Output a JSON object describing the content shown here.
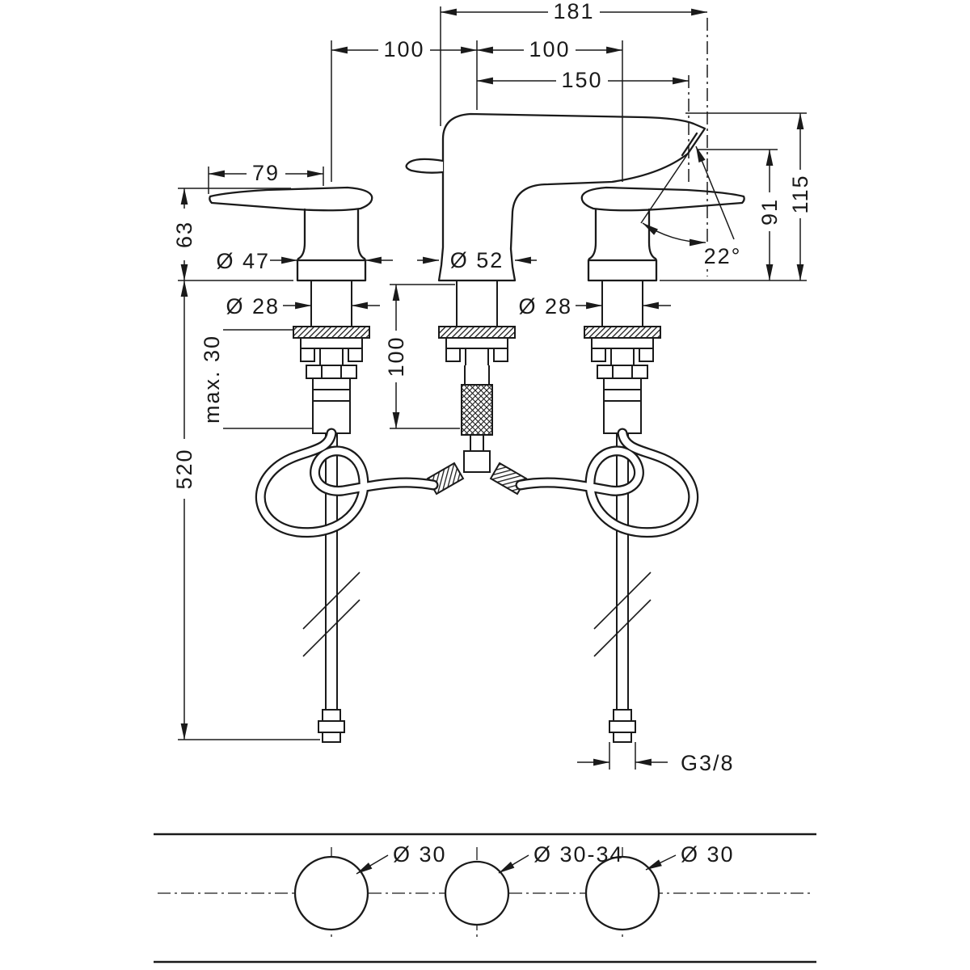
{
  "colors": {
    "line": "#1a1a1a",
    "background": "#ffffff"
  },
  "drawing": {
    "type": "technical-dimension-drawing",
    "subject": "3-hole basin mixer, elevation view with hole plan",
    "dims": {
      "overall_width": "181",
      "hole_spacing_left": "100",
      "hole_spacing_right": "100",
      "spout_reach": "150",
      "lever_length": "79",
      "handle_height": "63",
      "handle_base_diameter": "Ø 47",
      "spout_base_diameter": "Ø 52",
      "shank_diameter_left": "Ø 28",
      "shank_diameter_right": "Ø 28",
      "shank_length": "100",
      "max_deck_thickness": "max. 30",
      "supply_length": "520",
      "spout_outlet_height": "91",
      "overall_height": "115",
      "spout_angle": "22°",
      "connection_thread": "G3/8"
    },
    "plan": {
      "hole_left": "Ø 30",
      "hole_center": "Ø 30-34",
      "hole_right": "Ø 30"
    }
  }
}
